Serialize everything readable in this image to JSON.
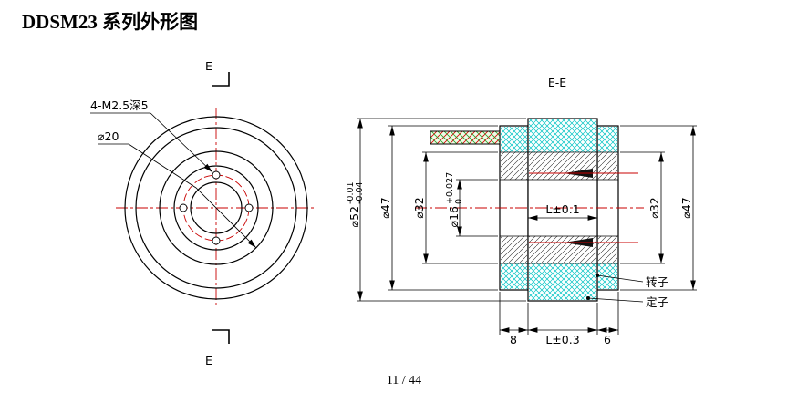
{
  "page": {
    "title": "DDSM23 系列外形图",
    "page_number": "11 / 44"
  },
  "front_view": {
    "section_letter": "E",
    "thread_note": "4-M2.5深5",
    "bolt_circle_dia": "⌀20"
  },
  "section_view": {
    "title": "E-E",
    "dia_outer": "⌀52",
    "dia_outer_tol_upper": "-0.01",
    "dia_outer_tol_lower": "-0.04",
    "dia_flange_left": "⌀47",
    "dia_rotor_left": "⌀32",
    "dia_bore": "⌀16",
    "dia_bore_tol_upper": "+0.027",
    "dia_bore_tol_lower": "0",
    "inner_length": "L±0.1",
    "dia_rotor_right": "⌀32",
    "dia_flange_right": "⌀47",
    "dim_left_flange": "8",
    "dim_body_length": "L±0.3",
    "dim_right_flange": "6",
    "label_rotor": "转子",
    "label_stator": "定子"
  },
  "colors": {
    "centerline_red": "#c80000",
    "hatch_cyan": "#00c3c3",
    "line_black": "#000000"
  }
}
